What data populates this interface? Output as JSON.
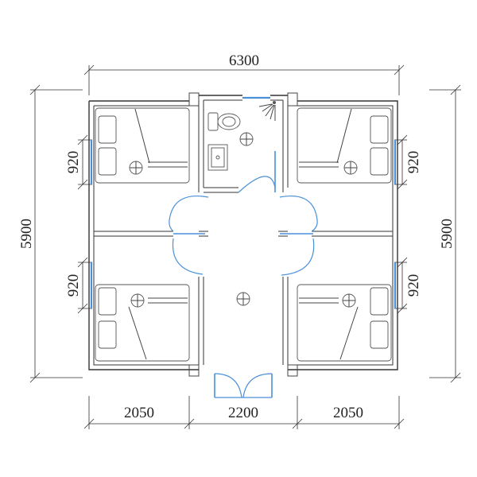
{
  "dimensions": {
    "overall_width": "6300",
    "overall_height_left": "5900",
    "overall_height_right": "5900",
    "window_top_left": "920",
    "window_top_right": "920",
    "window_bottom_left": "920",
    "window_bottom_right": "920",
    "bottom_left_room": "2050",
    "bottom_corridor": "2200",
    "bottom_right_room": "2050"
  },
  "colors": {
    "wall": "#333333",
    "door_window": "#4a90d9",
    "dimension_line": "#333333"
  }
}
